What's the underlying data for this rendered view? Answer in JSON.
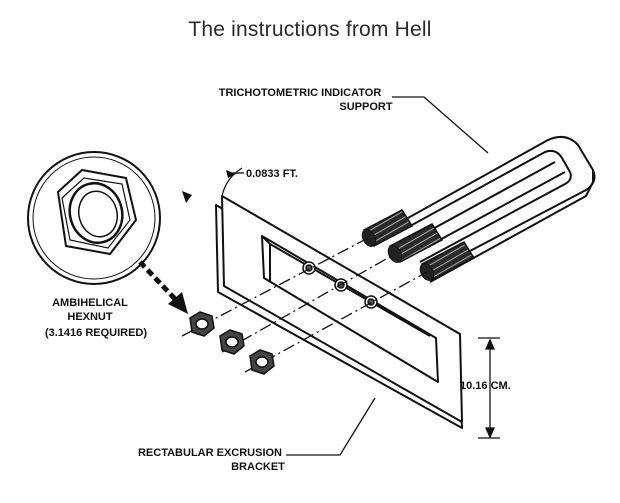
{
  "title": "The instructions from Hell",
  "labels": {
    "support_line1": "TRICHOTOMETRIC INDICATOR",
    "support_line2": "SUPPORT",
    "dimension_ft": "0.0833 FT.",
    "hexnut_line1": "AMBIHELICAL",
    "hexnut_line2": "HEXNUT",
    "hexnut_line3": "(3.1416 REQUIRED)",
    "dimension_cm": "10.16 CM.",
    "bracket_line1": "RECTABULAR EXCRUSION",
    "bracket_line2": "BRACKET"
  },
  "colors": {
    "ink": "#111111",
    "background": "#ffffff"
  }
}
